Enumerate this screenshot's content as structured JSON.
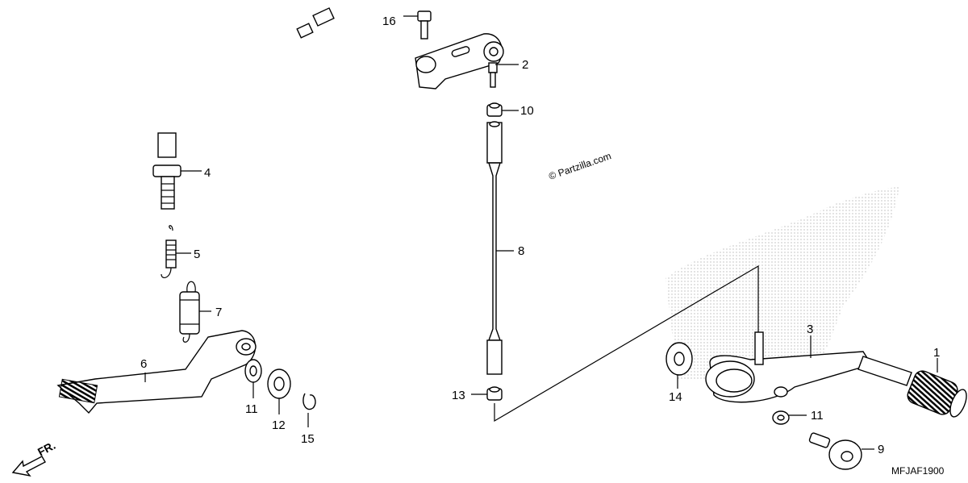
{
  "callouts": {
    "p1": "1",
    "p2": "2",
    "p3": "3",
    "p4": "4",
    "p5": "5",
    "p6": "6",
    "p7": "7",
    "p8": "8",
    "p9": "9",
    "p10": "10",
    "p11a": "11",
    "p11b": "11",
    "p12": "12",
    "p13": "13",
    "p14": "14",
    "p15": "15",
    "p16": "16"
  },
  "watermark": "© Partzilla.com",
  "direction_label": "FR.",
  "diagram_code": "MFJAF1900",
  "colors": {
    "line": "#000000",
    "background": "#ffffff",
    "stipple": "#b8b8b8"
  }
}
